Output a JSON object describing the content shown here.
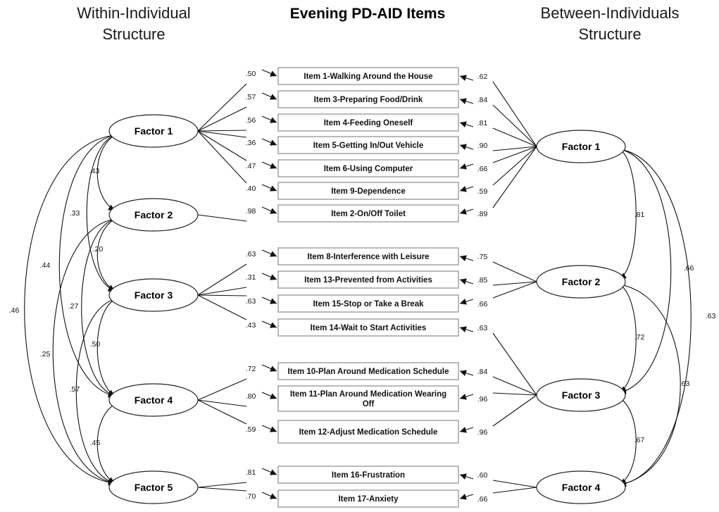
{
  "headers": {
    "left": [
      "Within-Individual",
      "Structure"
    ],
    "center": "Evening PD-AID Items",
    "right": [
      "Between-Individuals",
      "Structure"
    ]
  },
  "items": [
    {
      "id": "i1",
      "label": "Item 1-Walking Around the House"
    },
    {
      "id": "i3",
      "label": "Item 3-Preparing Food/Drink"
    },
    {
      "id": "i4",
      "label": "Item 4-Feeding Oneself"
    },
    {
      "id": "i5",
      "label": "Item 5-Getting In/Out Vehicle"
    },
    {
      "id": "i6",
      "label": "Item 6-Using Computer"
    },
    {
      "id": "i9",
      "label": "Item 9-Dependence"
    },
    {
      "id": "i2",
      "label": "Item 2-On/Off Toilet"
    },
    {
      "id": "i8",
      "label": "Item 8-Interference with Leisure"
    },
    {
      "id": "i13",
      "label": "Item 13-Prevented from Activities"
    },
    {
      "id": "i15",
      "label": "Item 15-Stop or Take a Break"
    },
    {
      "id": "i14",
      "label": "Item 14-Wait to Start Activities"
    },
    {
      "id": "i10",
      "label": "Item 10-Plan Around Medication Schedule"
    },
    {
      "id": "i11",
      "label": [
        "Item 11-Plan Around Medication Wearing",
        "Off"
      ]
    },
    {
      "id": "i12",
      "label": "Item 12-Adjust Medication Schedule"
    },
    {
      "id": "i16",
      "label": "Item 16-Frustration"
    },
    {
      "id": "i17",
      "label": "Item 17-Anxiety"
    }
  ],
  "within_factors": [
    {
      "id": "w1",
      "label": "Factor 1"
    },
    {
      "id": "w2",
      "label": "Factor 2"
    },
    {
      "id": "w3",
      "label": "Factor 3"
    },
    {
      "id": "w4",
      "label": "Factor 4"
    },
    {
      "id": "w5",
      "label": "Factor 5"
    }
  ],
  "between_factors": [
    {
      "id": "b1",
      "label": "Factor 1"
    },
    {
      "id": "b2",
      "label": "Factor 2"
    },
    {
      "id": "b3",
      "label": "Factor 3"
    },
    {
      "id": "b4",
      "label": "Factor 4"
    }
  ],
  "within_loadings": [
    {
      "factor": "w1",
      "item": "i1",
      "value": ".50"
    },
    {
      "factor": "w1",
      "item": "i3",
      "value": ".57"
    },
    {
      "factor": "w1",
      "item": "i4",
      "value": ".56"
    },
    {
      "factor": "w1",
      "item": "i5",
      "value": ".36"
    },
    {
      "factor": "w1",
      "item": "i6",
      "value": ".47"
    },
    {
      "factor": "w1",
      "item": "i9",
      "value": ".40"
    },
    {
      "factor": "w2",
      "item": "i2",
      "value": ".98"
    },
    {
      "factor": "w3",
      "item": "i8",
      "value": ".63"
    },
    {
      "factor": "w3",
      "item": "i13",
      "value": ".31"
    },
    {
      "factor": "w3",
      "item": "i15",
      "value": ".63"
    },
    {
      "factor": "w3",
      "item": "i14",
      "value": ".43"
    },
    {
      "factor": "w4",
      "item": "i10",
      "value": ".72"
    },
    {
      "factor": "w4",
      "item": "i11",
      "value": ".80"
    },
    {
      "factor": "w4",
      "item": "i12",
      "value": ".59"
    },
    {
      "factor": "w5",
      "item": "i16",
      "value": ".81"
    },
    {
      "factor": "w5",
      "item": "i17",
      "value": ".70"
    }
  ],
  "between_loadings": [
    {
      "factor": "b1",
      "item": "i1",
      "value": ".62"
    },
    {
      "factor": "b1",
      "item": "i3",
      "value": ".84"
    },
    {
      "factor": "b1",
      "item": "i4",
      "value": ".81"
    },
    {
      "factor": "b1",
      "item": "i5",
      "value": ".90"
    },
    {
      "factor": "b1",
      "item": "i6",
      "value": ".66"
    },
    {
      "factor": "b1",
      "item": "i9",
      "value": ".59"
    },
    {
      "factor": "b1",
      "item": "i2",
      "value": ".89"
    },
    {
      "factor": "b2",
      "item": "i8",
      "value": ".75"
    },
    {
      "factor": "b2",
      "item": "i13",
      "value": ".85"
    },
    {
      "factor": "b2",
      "item": "i15",
      "value": ".66"
    },
    {
      "factor": "b3",
      "item": "i14",
      "value": ".63"
    },
    {
      "factor": "b3",
      "item": "i10",
      "value": ".84"
    },
    {
      "factor": "b3",
      "item": "i11",
      "value": ".96"
    },
    {
      "factor": "b3",
      "item": "i12",
      "value": ".96"
    },
    {
      "factor": "b4",
      "item": "i16",
      "value": ".60"
    },
    {
      "factor": "b4",
      "item": "i17",
      "value": ".66"
    }
  ],
  "within_correlations": [
    {
      "a": "w1",
      "b": "w2",
      "value": ".43"
    },
    {
      "a": "w1",
      "b": "w3",
      "value": ".33"
    },
    {
      "a": "w2",
      "b": "w3",
      "value": ".20"
    },
    {
      "a": "w1",
      "b": "w4",
      "value": ".44"
    },
    {
      "a": "w2",
      "b": "w4",
      "value": ".27"
    },
    {
      "a": "w3",
      "b": "w4",
      "value": ".50"
    },
    {
      "a": "w1",
      "b": "w5",
      "value": ".46"
    },
    {
      "a": "w2",
      "b": "w5",
      "value": ".25"
    },
    {
      "a": "w3",
      "b": "w5",
      "value": ".57"
    },
    {
      "a": "w4",
      "b": "w5",
      "value": ".45"
    }
  ],
  "between_correlations": [
    {
      "a": "b1",
      "b": "b2",
      "value": ".81"
    },
    {
      "a": "b1",
      "b": "b3",
      "value": ".66"
    },
    {
      "a": "b1",
      "b": "b4",
      "value": ".63"
    },
    {
      "a": "b2",
      "b": "b3",
      "value": ".72"
    },
    {
      "a": "b2",
      "b": "b4",
      "value": ".63"
    },
    {
      "a": "b3",
      "b": "b4",
      "value": ".67"
    }
  ]
}
